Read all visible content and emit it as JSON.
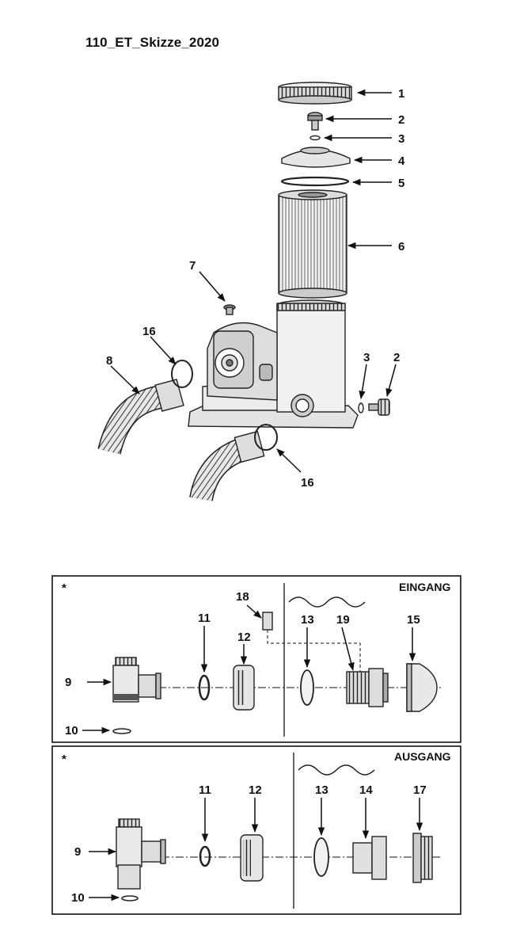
{
  "title": "110_ET_Skizze_2020",
  "main_labels": {
    "n1": "1",
    "n2": "2",
    "n3": "3",
    "n4": "4",
    "n5": "5",
    "n6": "6",
    "n7": "7",
    "n8": "8",
    "n16a": "16",
    "n16b": "16",
    "n3b": "3",
    "n2b": "2"
  },
  "inlet_box": {
    "star": "*",
    "heading": "EINGANG",
    "labels": {
      "n9": "9",
      "n10": "10",
      "n11": "11",
      "n12": "12",
      "n18": "18",
      "n13": "13",
      "n19": "19",
      "n15": "15"
    }
  },
  "outlet_box": {
    "star": "*",
    "heading": "AUSGANG",
    "labels": {
      "n9": "9",
      "n10": "10",
      "n11": "11",
      "n12": "12",
      "n13": "13",
      "n14": "14",
      "n17": "17"
    }
  }
}
